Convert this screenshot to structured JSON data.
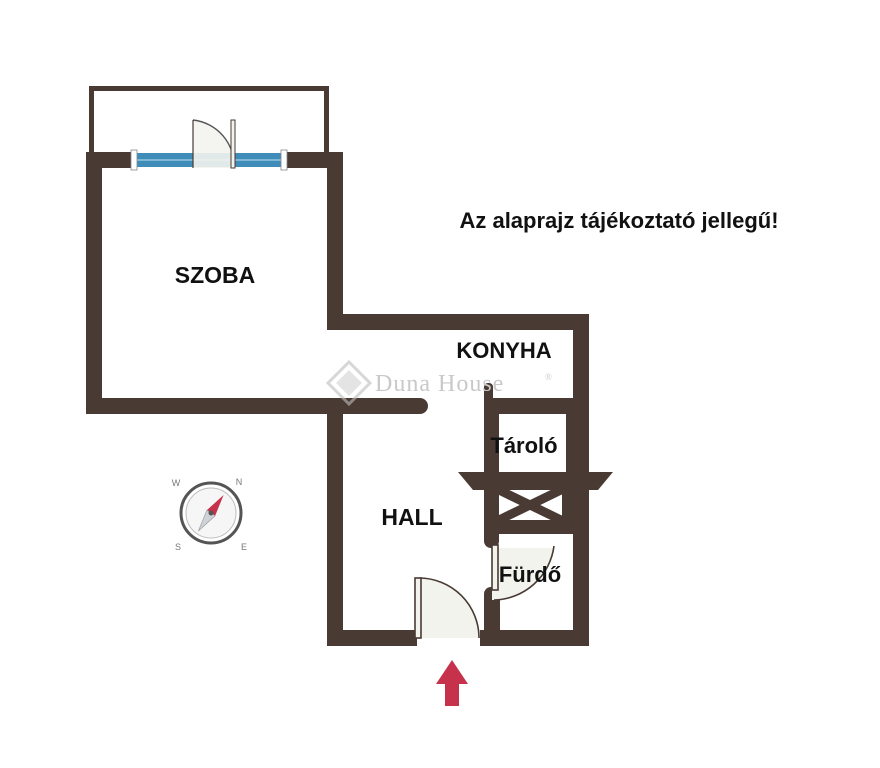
{
  "notice": "Az alaprajz tájékoztató jellegű!",
  "watermark": {
    "text": "Duna House",
    "mark": "®"
  },
  "rooms": {
    "szoba": "SZOBA",
    "konyha": "KONYHA",
    "tarolo": "Tároló",
    "hall": "HALL",
    "furdo": "Fürdő"
  },
  "compass": {
    "n": "N",
    "e": "E",
    "s": "S",
    "w": "W"
  },
  "colors": {
    "wall": "#4a3a34",
    "window": "#3f8db8",
    "entrance_arrow": "#c6324c",
    "needle_north": "#c6324c",
    "needle_south": "#cfd2d8"
  },
  "icons": {
    "compass": "compass-icon",
    "entrance": "entrance-arrow-icon",
    "logo": "duna-house-logo-icon"
  }
}
